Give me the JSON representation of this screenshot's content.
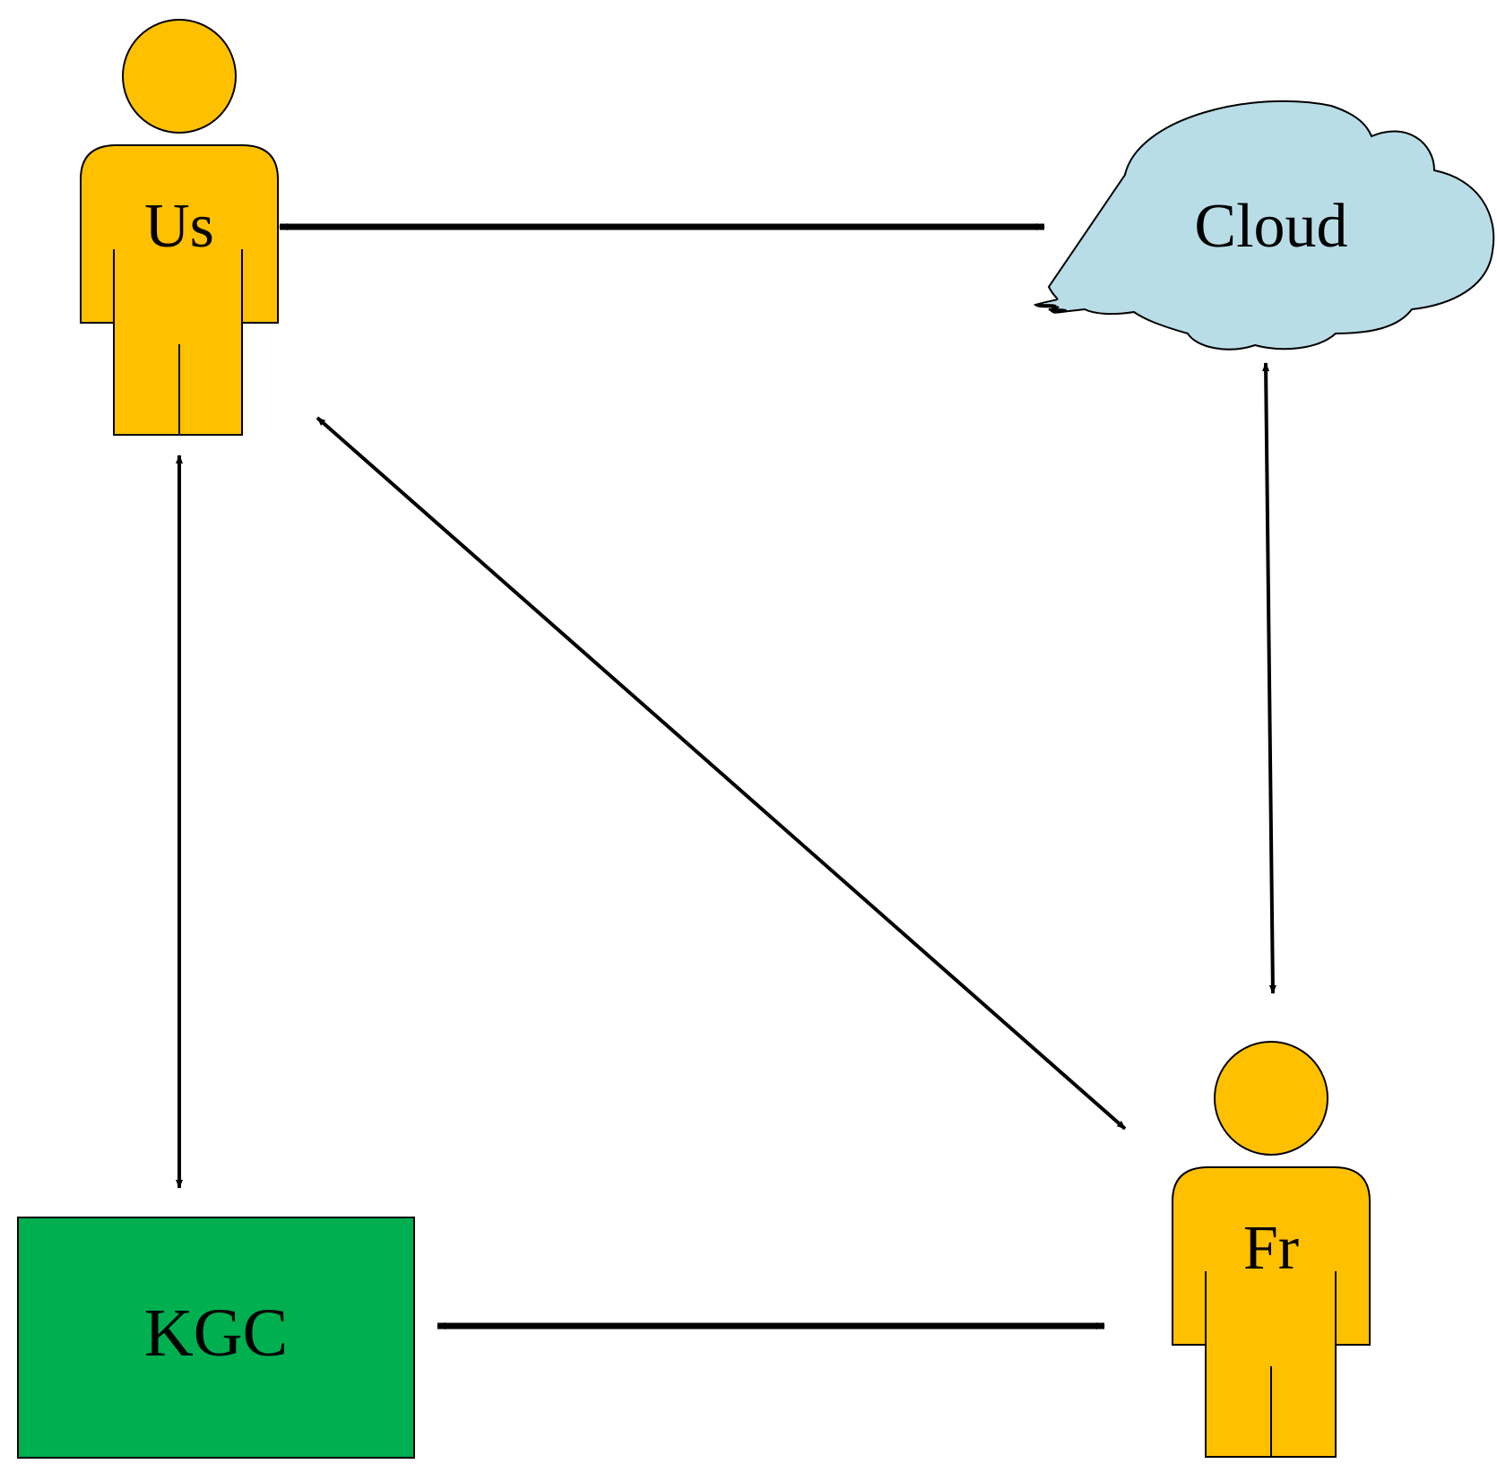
{
  "nodes": {
    "us": {
      "label": "Us"
    },
    "cloud": {
      "label": "Cloud"
    },
    "fr": {
      "label": "Fr"
    },
    "kgc": {
      "label": "KGC"
    }
  },
  "colors": {
    "person_fill": "#FFC000",
    "cloud_fill": "#B9DDE7",
    "kgc_fill": "#00AF50",
    "stroke": "#000000"
  },
  "icons": {
    "person": "person-icon",
    "cloud": "cloud-icon"
  }
}
